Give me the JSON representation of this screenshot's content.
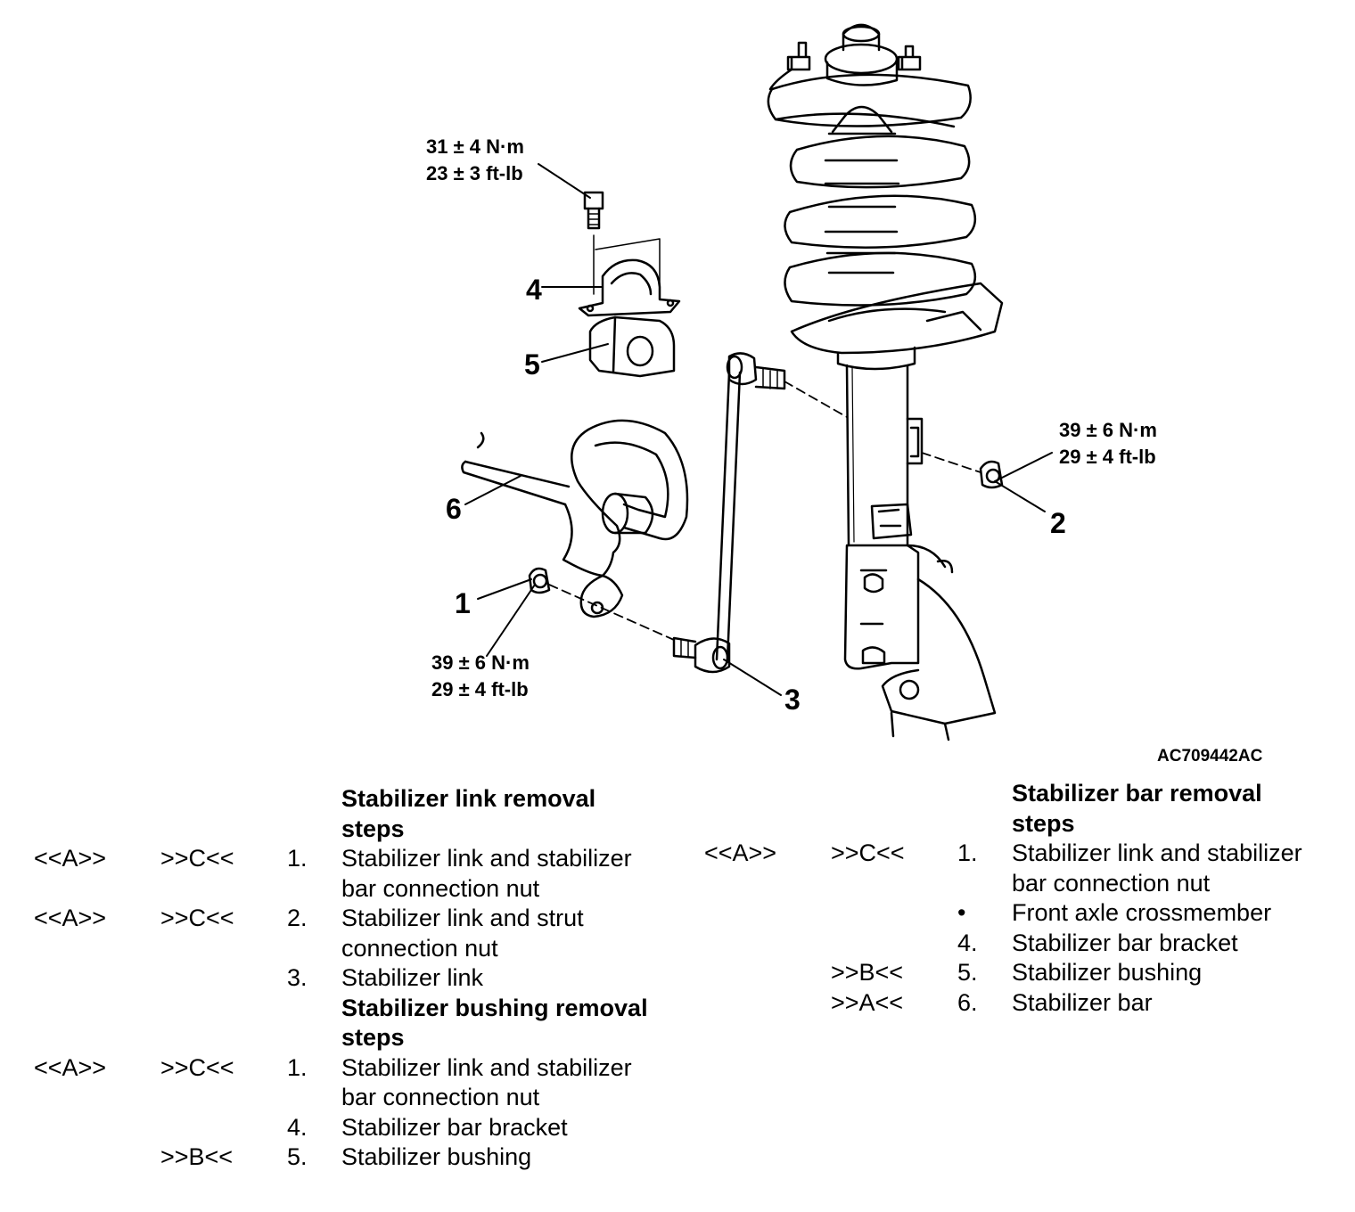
{
  "diagram": {
    "callouts": [
      "1",
      "2",
      "3",
      "4",
      "5",
      "6"
    ],
    "torque_bracket": {
      "nm": "31 ± 4 N·m",
      "ftlb": "23 ± 3 ft-lb"
    },
    "torque_strut_nut": {
      "nm": "39 ± 6 N·m",
      "ftlb": "29 ± 4 ft-lb"
    },
    "torque_bar_nut": {
      "nm": "39 ± 6 N·m",
      "ftlb": "29 ± 4 ft-lb"
    },
    "reference_code": "AC709442AC"
  },
  "left_column": {
    "link_heading": [
      "Stabilizer link removal",
      "steps"
    ],
    "link_rows": [
      {
        "a": "<<A>>",
        "b": ">>C<<",
        "num": "1.",
        "text": [
          "Stabilizer link and stabilizer",
          "bar connection nut"
        ]
      },
      {
        "a": "<<A>>",
        "b": ">>C<<",
        "num": "2.",
        "text": [
          "Stabilizer link and strut",
          "connection nut"
        ]
      },
      {
        "a": "",
        "b": "",
        "num": "3.",
        "text": [
          "Stabilizer link"
        ]
      }
    ],
    "bushing_heading": [
      "Stabilizer bushing removal",
      "steps"
    ],
    "bushing_rows": [
      {
        "a": "<<A>>",
        "b": ">>C<<",
        "num": "1.",
        "text": [
          "Stabilizer link and stabilizer",
          "bar connection nut"
        ]
      },
      {
        "a": "",
        "b": "",
        "num": "4.",
        "text": [
          "Stabilizer bar bracket"
        ]
      },
      {
        "a": "",
        "b": ">>B<<",
        "num": "5.",
        "text": [
          "Stabilizer bushing"
        ]
      }
    ]
  },
  "right_column": {
    "bar_heading": [
      "Stabilizer bar removal",
      "steps"
    ],
    "bar_rows": [
      {
        "a": "<<A>>",
        "b": ">>C<<",
        "num": "1.",
        "text": [
          "Stabilizer link and stabilizer",
          "bar connection nut"
        ]
      },
      {
        "a": "",
        "b": "",
        "num": "•",
        "text": [
          "Front axle crossmember"
        ]
      },
      {
        "a": "",
        "b": "",
        "num": "4.",
        "text": [
          "Stabilizer bar bracket"
        ]
      },
      {
        "a": "",
        "b": ">>B<<",
        "num": "5.",
        "text": [
          "Stabilizer bushing"
        ]
      },
      {
        "a": "",
        "b": ">>A<<",
        "num": "6.",
        "text": [
          "Stabilizer bar"
        ]
      }
    ]
  }
}
